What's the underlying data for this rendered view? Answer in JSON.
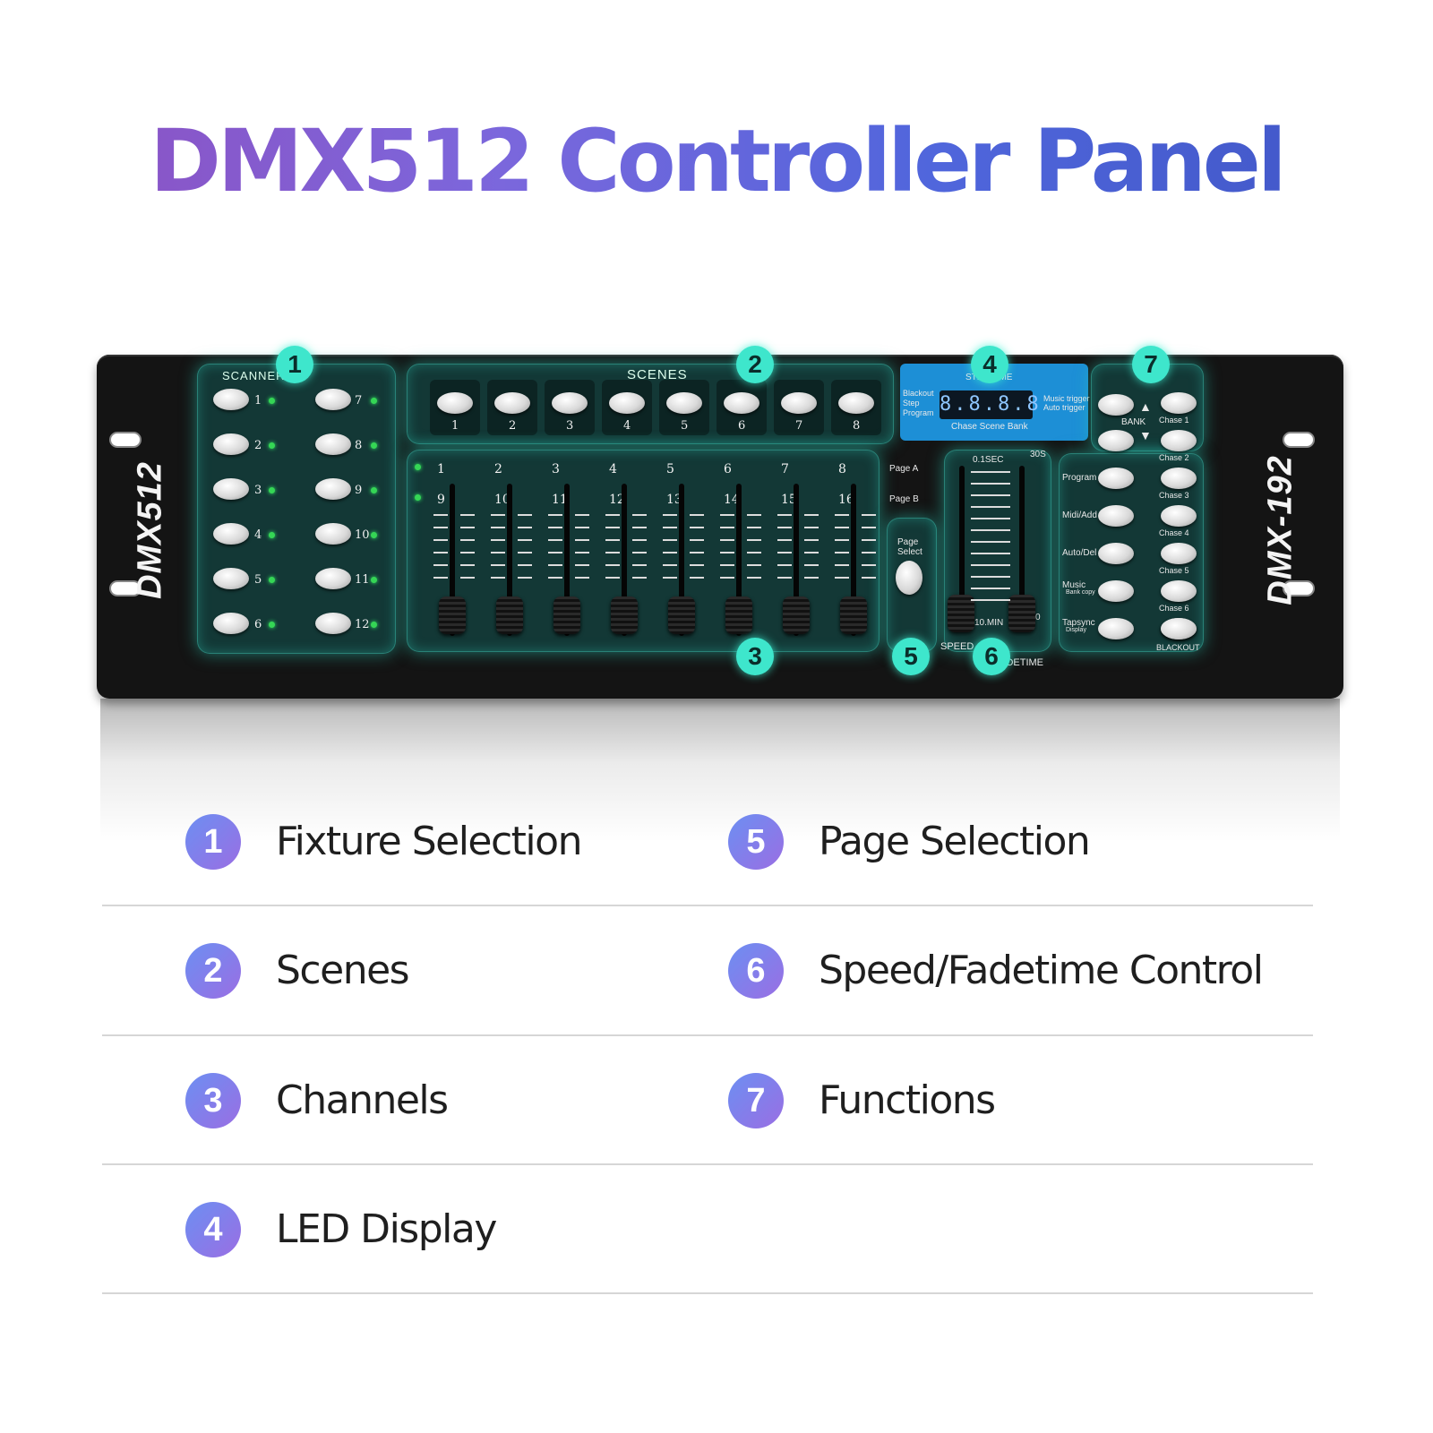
{
  "title": "DMX512 Controller Panel",
  "device": {
    "brand_left": "DMX512",
    "brand_right": "DMX-192",
    "scanners_label": "SCANNERS",
    "scanner_numbers": [
      "1",
      "2",
      "3",
      "4",
      "5",
      "6",
      "7",
      "8",
      "9",
      "10",
      "11",
      "12"
    ],
    "scenes_label": "SCENES",
    "scene_numbers": [
      "1",
      "2",
      "3",
      "4",
      "5",
      "6",
      "7",
      "8"
    ],
    "channels_top": [
      "1",
      "2",
      "3",
      "4",
      "5",
      "6",
      "7",
      "8"
    ],
    "channels_bottom": [
      "9",
      "10",
      "11",
      "12",
      "13",
      "14",
      "15",
      "16"
    ],
    "page_a": "Page A",
    "page_b": "Page B",
    "page_select": "Page Select",
    "display": {
      "step_time": "STEP TIME",
      "left_labels": [
        "Blackout",
        "Step",
        "Program"
      ],
      "right_labels": [
        "Music trigger",
        "Auto trigger"
      ],
      "readout": "8.8.8.8",
      "chase_scene_bank": "Chase Scene Bank"
    },
    "speed": {
      "top_left": "0.1SEC",
      "top_right": "30S",
      "bottom_left": "10.MIN",
      "bottom_right": "0",
      "speed_label": "SPEED",
      "fadetime_label": "FADETIME"
    },
    "functions": {
      "bank": "BANK",
      "left": [
        "Program",
        "Midi/Add",
        "Auto/Del",
        "Music",
        "Tapsync"
      ],
      "left_sub": [
        "",
        "",
        "",
        "Bank copy",
        "Display"
      ],
      "chases": [
        "Chase 1",
        "Chase 2",
        "Chase 3",
        "Chase 4",
        "Chase 5",
        "Chase 6"
      ],
      "blackout": "BLACKOUT"
    },
    "badges": [
      "1",
      "2",
      "3",
      "4",
      "5",
      "6",
      "7"
    ]
  },
  "legend": [
    {
      "num": "1",
      "label": "Fixture Selection"
    },
    {
      "num": "2",
      "label": "Scenes"
    },
    {
      "num": "3",
      "label": "Channels"
    },
    {
      "num": "4",
      "label": "LED Display"
    },
    {
      "num": "5",
      "label": "Page Selection"
    },
    {
      "num": "6",
      "label": "Speed/Fadetime Control"
    },
    {
      "num": "7",
      "label": "Functions"
    }
  ],
  "colors": {
    "title_gradient": [
      "#8f4fc0",
      "#3f55c4"
    ],
    "zone_glow": "#3ee6cc",
    "lcd": "#1d8fd6",
    "led_green": "#35d655"
  }
}
